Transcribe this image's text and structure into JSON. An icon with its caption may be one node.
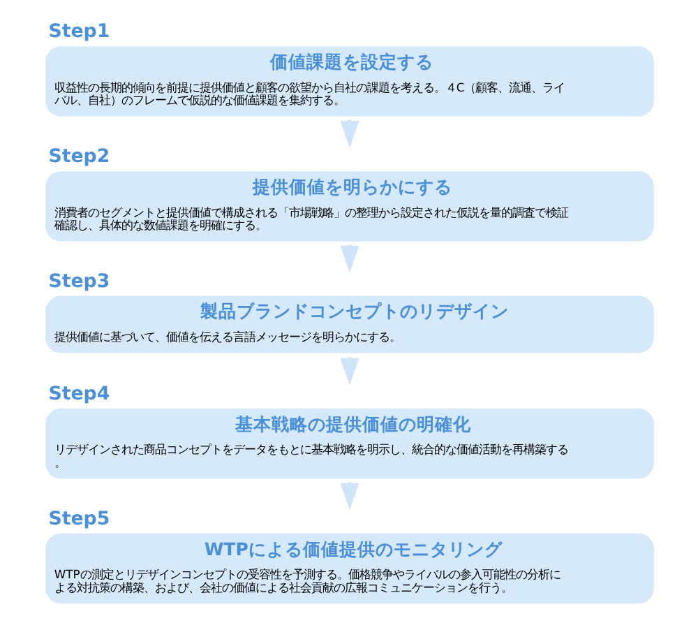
{
  "diagram": {
    "nodes": [
      {
        "text": [
          "Step1",
          "価値課題を設定する",
          "収益性の長期的傾向を前提に提供価値と顧客の欲望から自社の課題を考える。４C（顧客、流通、ライバル、自社）のフレームで仮説的な価値課題を集約する。"
        ]
      },
      {
        "text": [
          "Step2",
          "提供価値を明らかにする",
          "消費者のセグメントと提供価値で構成される「市場戦略」の整理から設定された仮説を量的調査で検証確認し、具体的な数値課題を明確にする。"
        ]
      },
      {
        "text": [
          "Step3",
          "製品ブランドコンセプトのリデザイン",
          "提供価値に基づいて、価値を伝える言語メッセージを明らかにする。"
        ]
      },
      {
        "text": [
          "Step4",
          "基本戦略の提供価値の明確化",
          "リデザインされた商品コンセプトをデータをもとに基本戦略を明示し、統合的な価値活動を再構築する。"
        ]
      },
      {
        "text": [
          "Step5",
          "WTPによる価値提供のモニタリング",
          "WTPの測定とリデザインコンセプトの受容性を予測する。価格競争やライバルの参入可能性の分析による対抗策の構築、および、会社の価値による社会貢献の広報コミュニケーションを行う。"
        ]
      }
    ],
    "edges": [
      {
        "from": 0,
        "to": 1,
        "arrow": "to"
      },
      {
        "from": 1,
        "to": 2,
        "arrow": "to"
      },
      {
        "from": 2,
        "to": 3,
        "arrow": "to"
      },
      {
        "from": 3,
        "to": 4,
        "arrow": "to"
      }
    ]
  }
}
